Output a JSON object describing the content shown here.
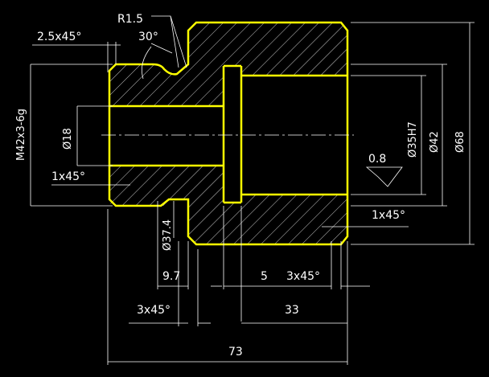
{
  "drawing": {
    "colors": {
      "background": "#000000",
      "outline": "#ffff00",
      "dimension": "#ffffff",
      "hatch": "#ffffff"
    },
    "labels": {
      "radius": "R1.5",
      "angle": "30°",
      "chamfer_left_top": "2.5x45°",
      "thread": "M42x3-6g",
      "bore_small": "Ø18",
      "chamfer_left_bottom": "1x45°",
      "groove_dia": "Ø37.4",
      "roughness": "0.8",
      "bore_large": "Ø35H7",
      "dia_42": "Ø42",
      "dia_68": "Ø68",
      "chamfer_right": "1x45°",
      "groove_width": "9.7",
      "dim_5": "5",
      "chamfer_mid": "3x45°",
      "chamfer_bottom": "3x45°",
      "dim_33": "33",
      "overall_length": "73"
    }
  }
}
